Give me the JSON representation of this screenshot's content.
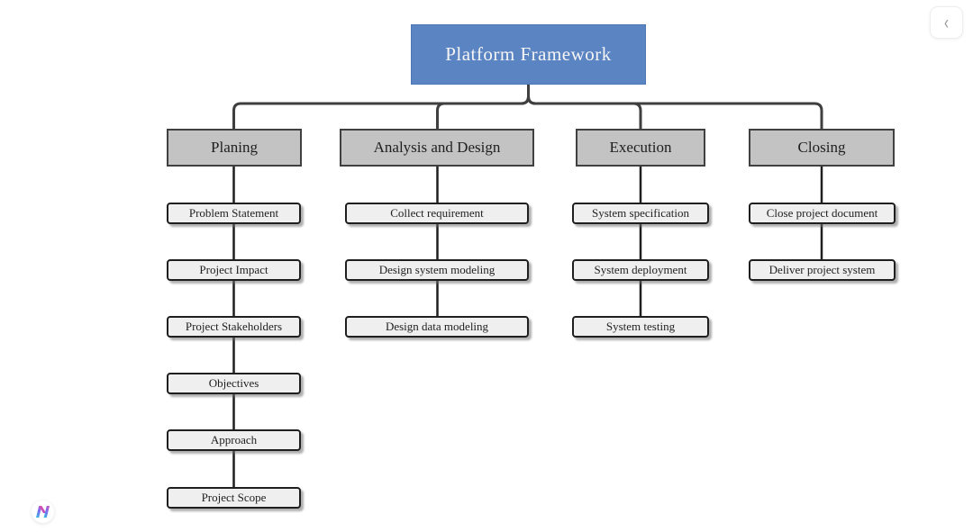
{
  "diagram": {
    "root": {
      "label": "Platform Framework"
    },
    "branches": [
      {
        "label": "Planing",
        "children": [
          "Problem Statement",
          "Project Impact",
          "Project Stakeholders",
          "Objectives",
          "Approach",
          "Project Scope"
        ]
      },
      {
        "label": "Analysis and Design",
        "children": [
          "Collect requirement",
          "Design system modeling",
          "Design data modeling"
        ]
      },
      {
        "label": "Execution",
        "children": [
          "System specification",
          "System deployment",
          "System testing"
        ]
      },
      {
        "label": "Closing",
        "children": [
          "Close project document",
          "Deliver project system"
        ]
      }
    ]
  },
  "toolbar": {
    "collapse_button_glyph": "‹"
  },
  "colors": {
    "root_fill": "#5b84c3",
    "root_text": "#f5f5f5",
    "branch_fill": "#c3c3c3",
    "child_fill": "#efefef",
    "connector": "#3f3f3f",
    "child_border": "#1f1f1f"
  }
}
